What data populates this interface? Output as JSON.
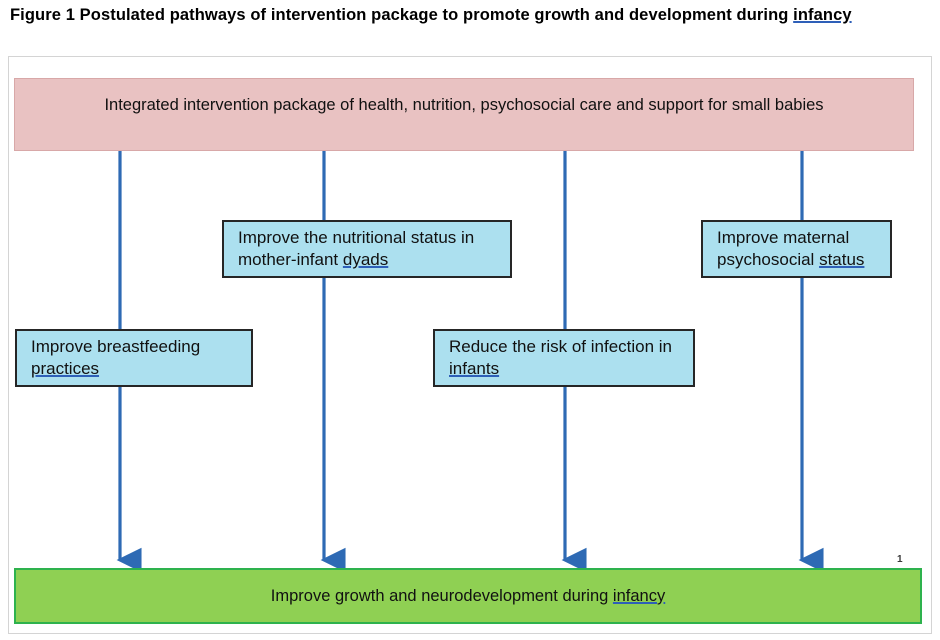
{
  "caption": {
    "lead": "Figure 1 Postulated pathways of intervention package to promote growth and development during ",
    "link": "infancy"
  },
  "diagram": {
    "type": "flowchart",
    "colors": {
      "package_fill": "#e9c2c2",
      "package_border": "#d8a8a8",
      "intervention_fill": "#ace0ef",
      "intervention_border": "#262626",
      "outcome_fill": "#8fd053",
      "outcome_border": "#2eb24d",
      "arrow": "#2e6ab4",
      "link_underline": "#2e5fb8",
      "frame_border": "#d4d4d4"
    },
    "package": {
      "label": "Integrated intervention package of health, nutrition, psychosocial care and support for small babies"
    },
    "interventions": [
      {
        "id": "breastfeeding",
        "lead": "Improve breastfeeding ",
        "link": "practices",
        "trail": ""
      },
      {
        "id": "nutrition",
        "lead": "Improve the nutritional status in mother-infant ",
        "link": "dyads",
        "trail": ""
      },
      {
        "id": "infection",
        "lead": "Reduce the risk of infection in ",
        "link": "infants",
        "trail": ""
      },
      {
        "id": "psychosocial",
        "lead": "Improve maternal psychosocial ",
        "link": "status",
        "trail": ""
      }
    ],
    "outcome": {
      "lead": "Improve growth and neurodevelopment during ",
      "link": "infancy",
      "footnote": "1"
    }
  }
}
